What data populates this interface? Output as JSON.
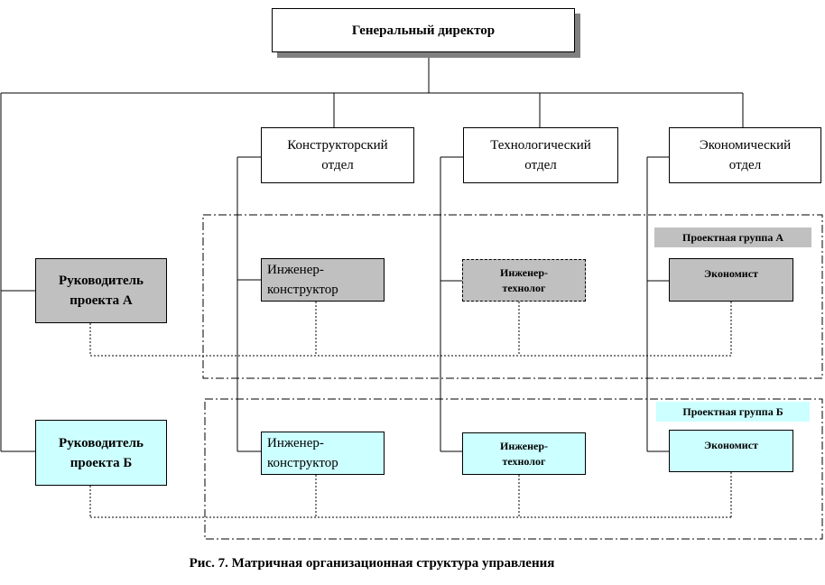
{
  "director": {
    "label": "Генеральный директор"
  },
  "departments": {
    "design": "Конструкторский\nотдел",
    "technology": "Технологический\nотдел",
    "economics": "Экономический\nотдел"
  },
  "managers": {
    "project_a": "Руководитель\nпроекта А",
    "project_b": "Руководитель\nпроекта Б"
  },
  "group_a": {
    "label": "Проектная группа А",
    "engineer_designer": "Инженер-\nконструктор",
    "engineer_technologist": "Инженер-\nтехнолог",
    "economist": "Экономист"
  },
  "group_b": {
    "label": "Проектная группа Б",
    "engineer_designer": "Инженер-\nконструктор",
    "engineer_technologist": "Инженер-\nтехнолог",
    "economist": "Экономист"
  },
  "caption": "Рис. 7.  Матричная организационная структура управления",
  "colors": {
    "gray_fill": "#c0c0c0",
    "cyan_fill": "#ccffff",
    "line": "#000000"
  }
}
